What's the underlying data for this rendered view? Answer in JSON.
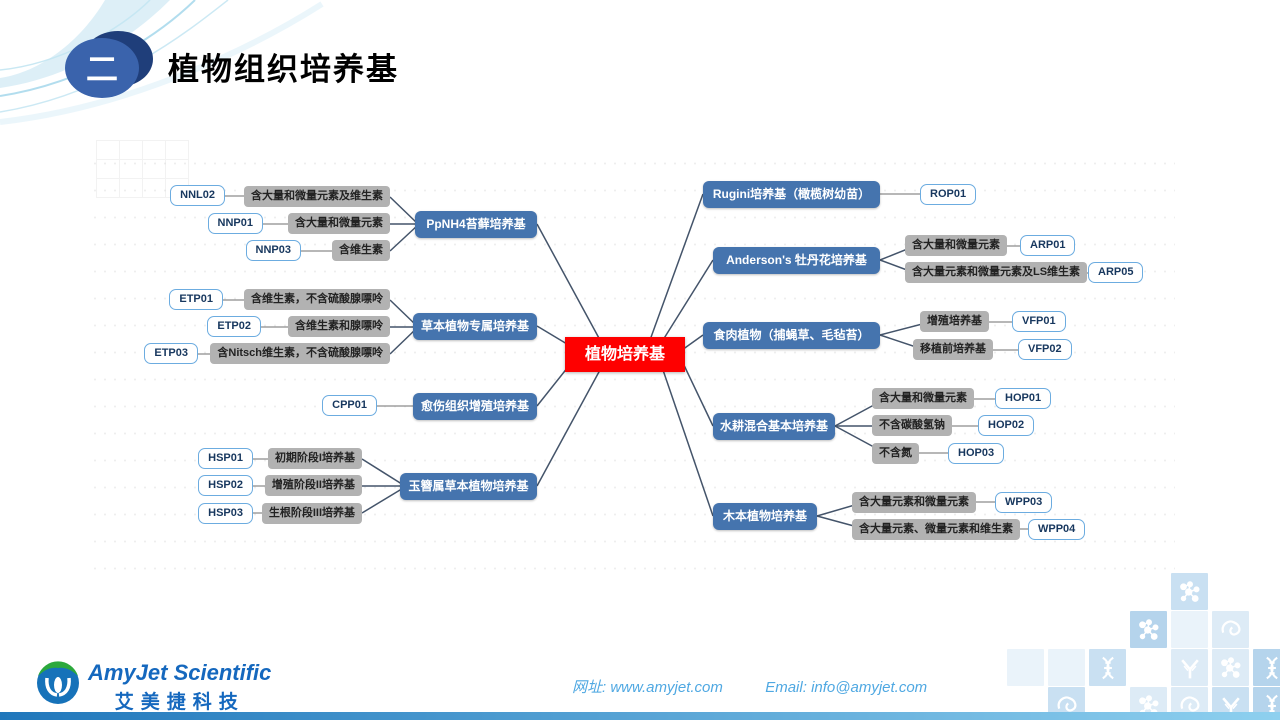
{
  "slide": {
    "section_number": "二",
    "title": "植物组织培养基"
  },
  "mindmap": {
    "center": "植物培养基",
    "left_branches": [
      {
        "label": "PpNH4苔藓培养基",
        "children": [
          {
            "code": "NNL02",
            "desc": "含大量和微量元素及维生素"
          },
          {
            "code": "NNP01",
            "desc": "含大量和微量元素"
          },
          {
            "code": "NNP03",
            "desc": "含维生素"
          }
        ]
      },
      {
        "label": "草本植物专属培养基",
        "children": [
          {
            "code": "ETP01",
            "desc": "含维生素，不含硫酸腺嘌呤"
          },
          {
            "code": "ETP02",
            "desc": "含维生素和腺嘌呤"
          },
          {
            "code": "ETP03",
            "desc": "含Nitsch维生素，不含硫酸腺嘌呤"
          }
        ]
      },
      {
        "label": "愈伤组织增殖培养基",
        "children": [
          {
            "code": "CPP01",
            "desc": ""
          }
        ]
      },
      {
        "label": "玉簪属草本植物培养基",
        "children": [
          {
            "code": "HSP01",
            "desc": "初期阶段I培养基"
          },
          {
            "code": "HSP02",
            "desc": "增殖阶段II培养基"
          },
          {
            "code": "HSP03",
            "desc": "生根阶段III培养基"
          }
        ]
      }
    ],
    "right_branches": [
      {
        "label": "Rugini培养基（橄榄树幼苗）",
        "children": [
          {
            "code": "ROP01",
            "desc": ""
          }
        ]
      },
      {
        "label": "Anderson's 牡丹花培养基",
        "children": [
          {
            "code": "ARP01",
            "desc": "含大量和微量元素"
          },
          {
            "code": "ARP05",
            "desc": "含大量元素和微量元素及LS维生素"
          }
        ]
      },
      {
        "label": "食肉植物（捕蝇草、毛毡苔）",
        "children": [
          {
            "code": "VFP01",
            "desc": "增殖培养基"
          },
          {
            "code": "VFP02",
            "desc": "移植前培养基"
          }
        ]
      },
      {
        "label": "水耕混合基本培养基",
        "children": [
          {
            "code": "HOP01",
            "desc": "含大量和微量元素"
          },
          {
            "code": "HOP02",
            "desc": "不含碳酸氢钠"
          },
          {
            "code": "HOP03",
            "desc": "不含氮"
          }
        ]
      },
      {
        "label": "木本植物培养基",
        "children": [
          {
            "code": "WPP03",
            "desc": "含大量元素和微量元素"
          },
          {
            "code": "WPP04",
            "desc": "含大量元素、微量元素和维生素"
          }
        ]
      }
    ]
  },
  "footer": {
    "brand_en": "AmyJet Scientific",
    "brand_cn": "艾美捷科技",
    "website_label": "网址:",
    "website": "www.amyjet.com",
    "email_label": "Email:",
    "email": "info@amyjet.com"
  },
  "colors": {
    "center_node": "#FE0000",
    "branch_node": "#4574AE",
    "desc_node_bg": "#B2B2B2",
    "code_node_border": "#6CACE0",
    "code_node_text": "#17375E",
    "connector_dark": "#44546A",
    "connector_gray": "#8C8C8C",
    "footer_brand": "#1568BE",
    "footer_contact": "#4FA8E2"
  },
  "decor": {
    "cells": [
      {
        "icon": "molecule",
        "col": 3,
        "row": 0,
        "shade": "s3"
      },
      {
        "icon": "molecule",
        "col": 2,
        "row": 1,
        "shade": "s4"
      },
      {
        "icon": "none",
        "col": 3,
        "row": 1,
        "shade": "s1"
      },
      {
        "icon": "protein",
        "col": 4,
        "row": 1,
        "shade": "s2"
      },
      {
        "icon": "none",
        "col": -1,
        "row": 2,
        "shade": "s1"
      },
      {
        "icon": "none",
        "col": 0,
        "row": 2,
        "shade": "s1"
      },
      {
        "icon": "dna",
        "col": 1,
        "row": 2,
        "shade": "s3"
      },
      {
        "icon": "antibody",
        "col": 3,
        "row": 2,
        "shade": "s2"
      },
      {
        "icon": "molecule",
        "col": 4,
        "row": 2,
        "shade": "s2"
      },
      {
        "icon": "dna",
        "col": 5,
        "row": 2,
        "shade": "s4"
      },
      {
        "icon": "protein",
        "col": 0,
        "row": 3,
        "shade": "s3"
      },
      {
        "icon": "molecule",
        "col": 2,
        "row": 3,
        "shade": "s2"
      },
      {
        "icon": "protein",
        "col": 3,
        "row": 3,
        "shade": "s2"
      },
      {
        "icon": "antibody",
        "col": 4,
        "row": 3,
        "shade": "s3"
      },
      {
        "icon": "dna",
        "col": 5,
        "row": 3,
        "shade": "s4"
      }
    ]
  }
}
